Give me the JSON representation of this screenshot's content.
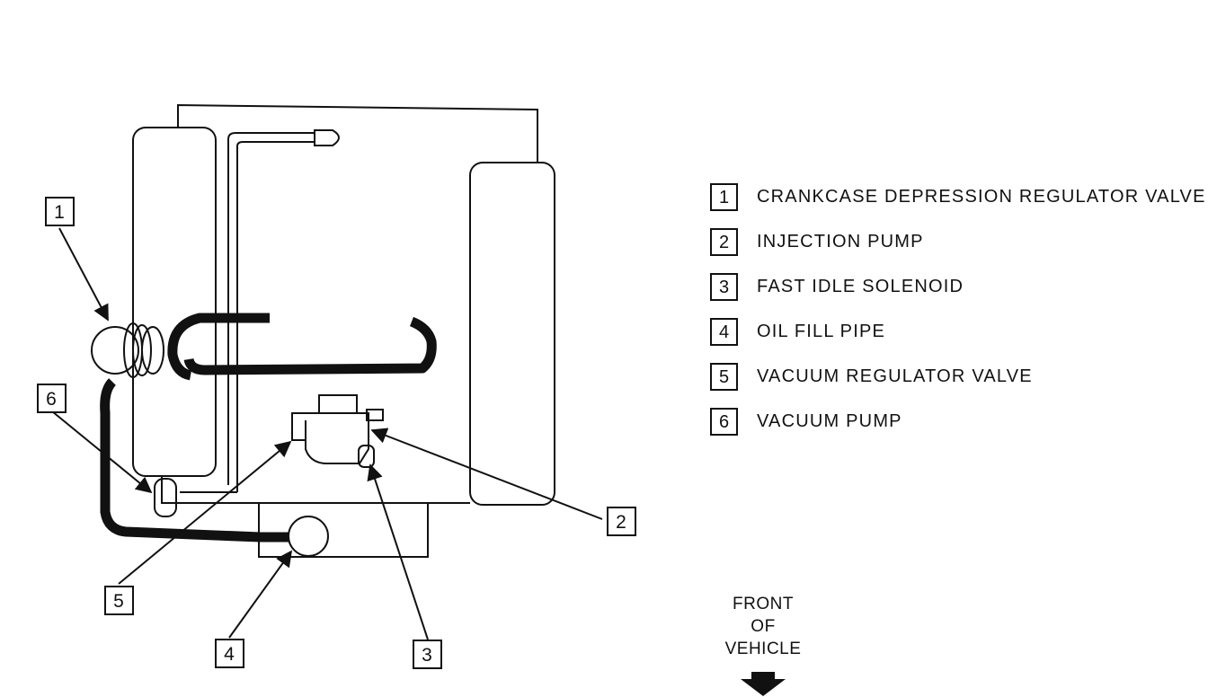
{
  "legend": {
    "items": [
      {
        "num": "1",
        "label": "CRANKCASE DEPRESSION REGULATOR VALVE"
      },
      {
        "num": "2",
        "label": "INJECTION PUMP"
      },
      {
        "num": "3",
        "label": "FAST IDLE SOLENOID"
      },
      {
        "num": "4",
        "label": "OIL FILL PIPE"
      },
      {
        "num": "5",
        "label": "VACUUM REGULATOR VALVE"
      },
      {
        "num": "6",
        "label": "VACUUM PUMP"
      }
    ]
  },
  "front_indicator": {
    "line1": "FRONT",
    "line2": "OF",
    "line3": "VEHICLE"
  },
  "callouts": [
    "1",
    "2",
    "3",
    "4",
    "5",
    "6"
  ],
  "colors": {
    "ink": "#111111",
    "paper": "#ffffff"
  }
}
